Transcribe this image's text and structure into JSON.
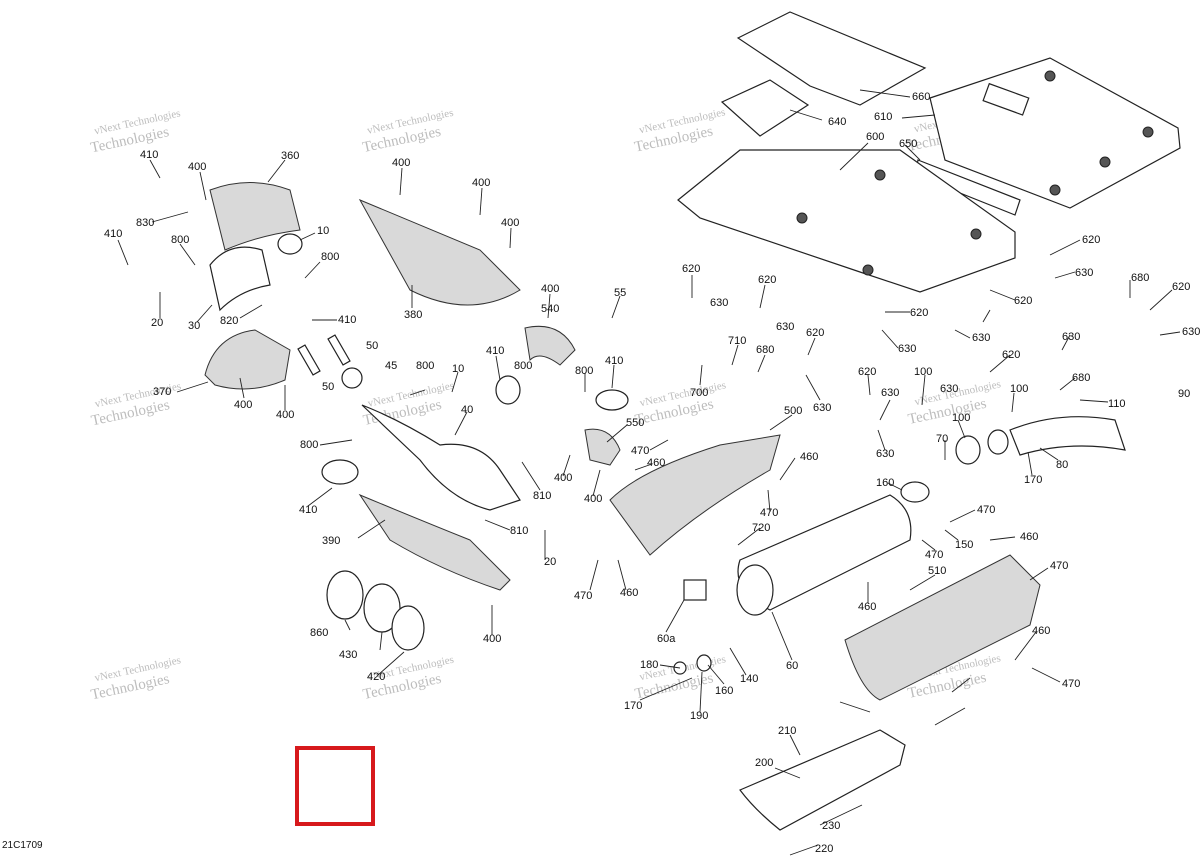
{
  "drawing": {
    "reference_code": "21C1709",
    "watermark_line1": "vNext Technologies",
    "watermark_line2": "Technologies",
    "highlight_color": "#d7191c"
  },
  "labels": [
    "410",
    "400",
    "360",
    "830",
    "410",
    "800",
    "10",
    "800",
    "20",
    "30",
    "820",
    "410",
    "370",
    "400",
    "400",
    "50",
    "50",
    "45",
    "400",
    "400",
    "400",
    "380",
    "400",
    "540",
    "55",
    "620",
    "630",
    "620",
    "630",
    "620",
    "630",
    "710",
    "680",
    "410",
    "800",
    "800",
    "410",
    "700",
    "500",
    "800",
    "10",
    "40",
    "800",
    "810",
    "410",
    "390",
    "810",
    "20",
    "550",
    "470",
    "460",
    "400",
    "400",
    "460",
    "470",
    "720",
    "470",
    "460",
    "860",
    "430",
    "420",
    "400",
    "60a",
    "180",
    "170",
    "190",
    "160",
    "140",
    "60",
    "210",
    "200",
    "230",
    "220",
    "660",
    "640",
    "610",
    "650",
    "600",
    "620",
    "630",
    "620",
    "630",
    "680",
    "620",
    "620",
    "630",
    "630",
    "620",
    "630",
    "680",
    "620",
    "630",
    "100",
    "630",
    "100",
    "630",
    "110",
    "90",
    "70",
    "100",
    "80",
    "170",
    "160",
    "470",
    "150",
    "460",
    "470",
    "510",
    "460",
    "470",
    "460",
    "470"
  ]
}
